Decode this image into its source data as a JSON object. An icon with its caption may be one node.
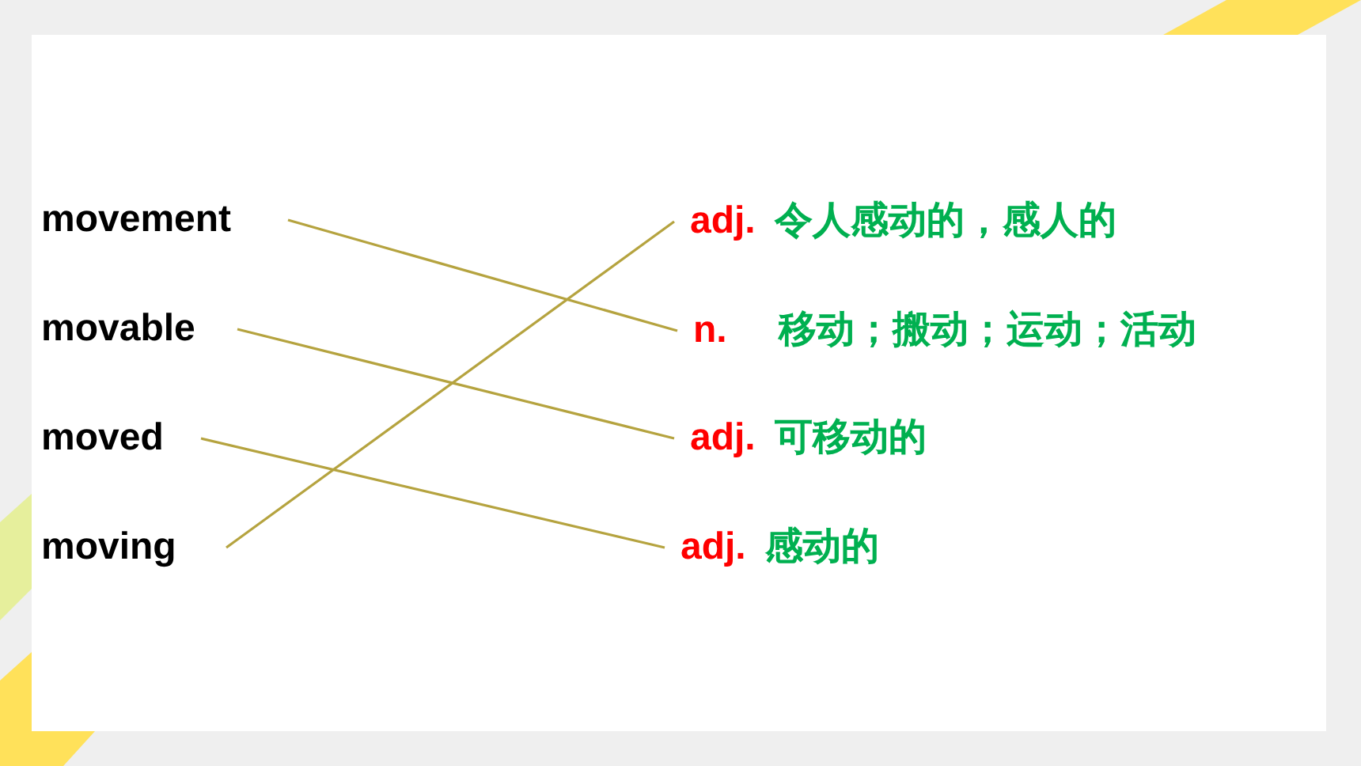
{
  "diagram": {
    "nodes": [
      {
        "text": [
          "movement"
        ]
      },
      {
        "text": [
          "movable"
        ]
      },
      {
        "text": [
          "moved"
        ]
      },
      {
        "text": [
          "moving"
        ]
      },
      {
        "text": [
          "adj.",
          "令人感动的，感人的"
        ]
      },
      {
        "text": [
          "n.",
          "移动；搬动；运动；活动"
        ]
      },
      {
        "text": [
          "adj.",
          "可移动的"
        ]
      },
      {
        "text": [
          "adj.",
          "感动的"
        ]
      }
    ],
    "edges": [
      {
        "from": 0,
        "to": 5,
        "arrow": "none"
      },
      {
        "from": 1,
        "to": 6,
        "arrow": "none"
      },
      {
        "from": 2,
        "to": 7,
        "arrow": "none"
      },
      {
        "from": 3,
        "to": 4,
        "arrow": "none"
      }
    ]
  }
}
